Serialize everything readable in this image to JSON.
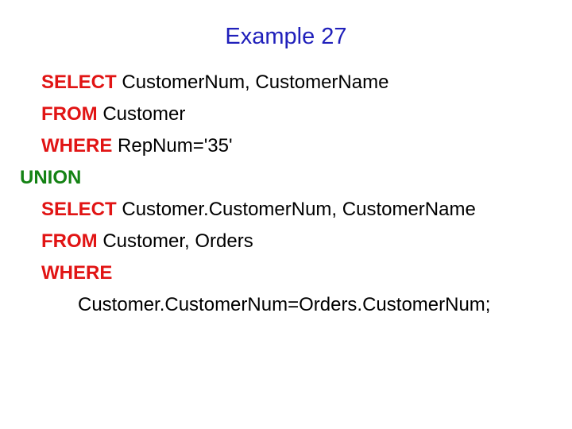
{
  "slide": {
    "title": "Example 27",
    "colors": {
      "title": "#2020bb",
      "keyword": "#e11414",
      "union": "#148214",
      "plain": "#000000",
      "background": "#ffffff"
    },
    "code_lines": [
      {
        "indent": 1,
        "segments": [
          {
            "style": "keyword",
            "text": "SELECT"
          },
          {
            "style": "plain",
            "text": " CustomerNum, CustomerName"
          }
        ]
      },
      {
        "indent": 1,
        "segments": [
          {
            "style": "keyword",
            "text": "FROM"
          },
          {
            "style": "plain",
            "text": " Customer"
          }
        ]
      },
      {
        "indent": 1,
        "segments": [
          {
            "style": "keyword",
            "text": "WHERE"
          },
          {
            "style": "plain",
            "text": " RepNum='35'"
          }
        ]
      },
      {
        "indent": 0,
        "segments": [
          {
            "style": "union",
            "text": "UNION"
          }
        ]
      },
      {
        "indent": 1,
        "segments": [
          {
            "style": "keyword",
            "text": "SELECT"
          },
          {
            "style": "plain",
            "text": " Customer.CustomerNum, CustomerName"
          }
        ]
      },
      {
        "indent": 1,
        "segments": [
          {
            "style": "keyword",
            "text": "FROM"
          },
          {
            "style": "plain",
            "text": " Customer, Orders"
          }
        ]
      },
      {
        "indent": 1,
        "segments": [
          {
            "style": "keyword",
            "text": "WHERE"
          }
        ]
      },
      {
        "indent": 2,
        "segments": [
          {
            "style": "plain",
            "text": "Customer.CustomerNum=Orders.CustomerNum;"
          }
        ]
      }
    ]
  }
}
